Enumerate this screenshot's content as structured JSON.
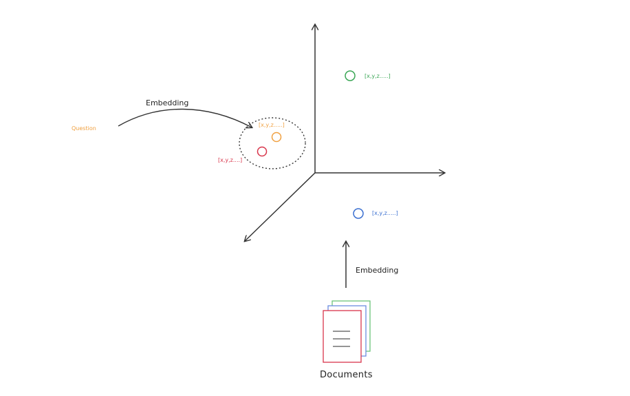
{
  "question": {
    "label": "Question",
    "color": "#f0a040"
  },
  "embedding_top": {
    "label": "Embedding"
  },
  "embedding_bottom": {
    "label": "Embedding"
  },
  "documents": {
    "label": "Documents"
  },
  "vectors": {
    "question_vector": {
      "label": "[x,y,z.....]",
      "color": "#f0a040"
    },
    "red_vector": {
      "label": "[x,y,z....]",
      "color": "#d8344a"
    },
    "green_vector": {
      "label": "[x,y,z.....]",
      "color": "#3aa655"
    },
    "blue_vector": {
      "label": "[x,y,z.....]",
      "color": "#3a6fd0"
    }
  },
  "colors": {
    "axes": "#333333",
    "doc_red": "#d8344a",
    "doc_blue": "#6b8be0",
    "doc_green": "#6bc27a"
  }
}
